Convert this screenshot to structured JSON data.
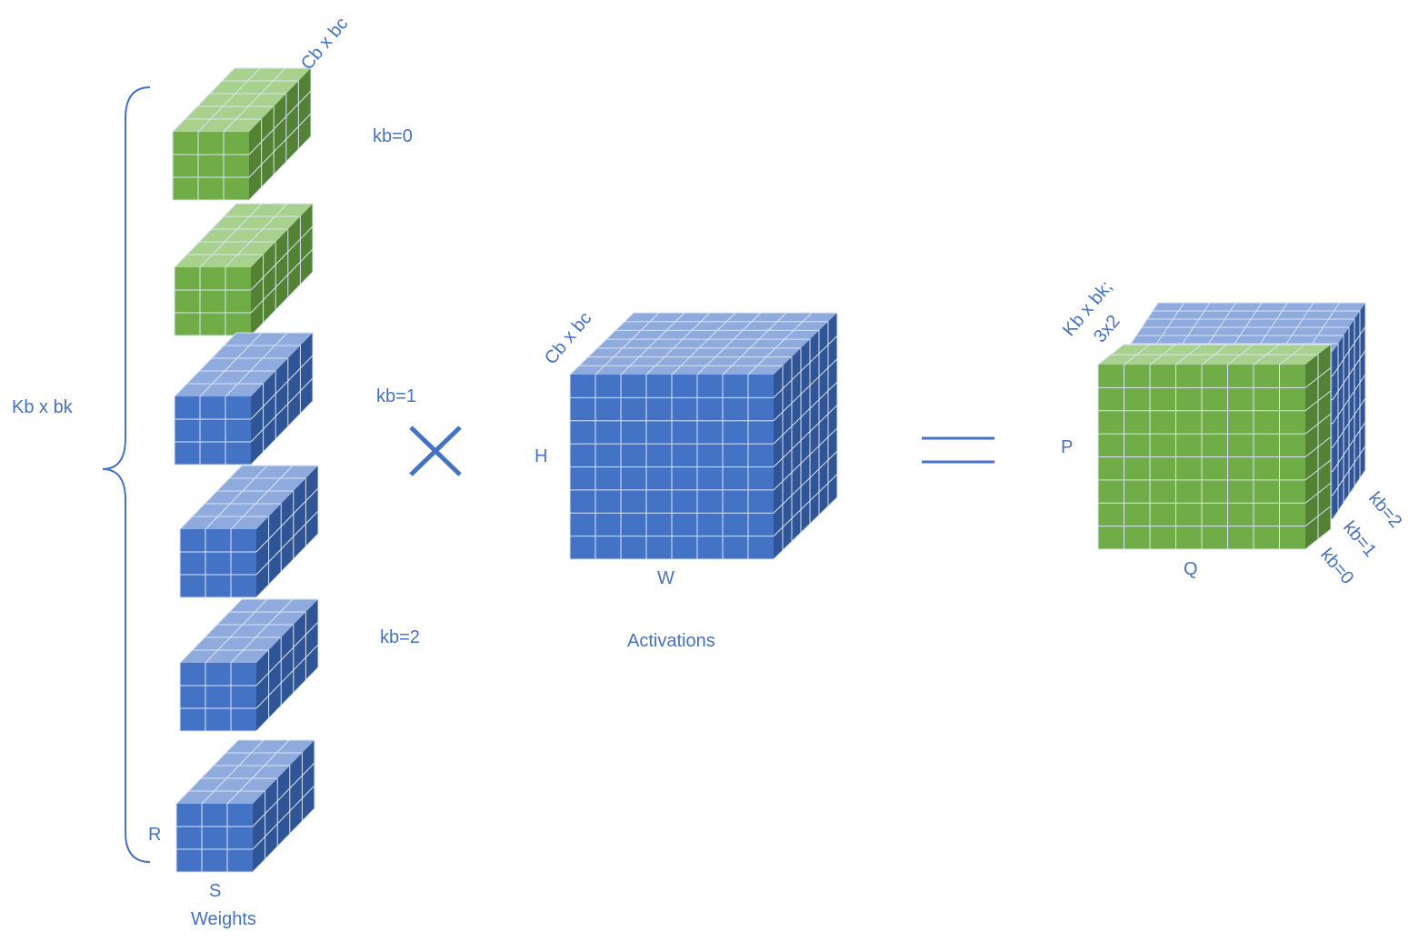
{
  "colors": {
    "blue_front": "#4472C4",
    "blue_top": "#8FAADC",
    "blue_side": "#2F5597",
    "green_front": "#70AD47",
    "green_top": "#A9D18E",
    "green_side": "#548235",
    "grid_line": "#DAE3F3",
    "label_text": "#4472C4"
  },
  "labels": {
    "weights_cb": "Cb x bc",
    "kb0": "kb=0",
    "kb1": "kb=1",
    "kb2": "kb=2",
    "kb_total": "Kb x bk",
    "r": "R",
    "s": "S",
    "weights": "Weights",
    "act_cb": "Cb x bc",
    "h": "H",
    "w": "W",
    "activations": "Activations",
    "out_line1": "Kb x bk;",
    "out_line2": "3x2",
    "p": "P",
    "q": "Q",
    "out_kb0": "kb=0",
    "out_kb1": "kb=1",
    "out_kb2": "kb=2"
  },
  "weight_blocks": [
    {
      "color": "green"
    },
    {
      "color": "green"
    },
    {
      "color": "blue"
    },
    {
      "color": "blue"
    },
    {
      "color": "blue"
    },
    {
      "color": "blue"
    }
  ],
  "operators": {
    "multiply": "times-sign",
    "equals": "equals-sign"
  }
}
